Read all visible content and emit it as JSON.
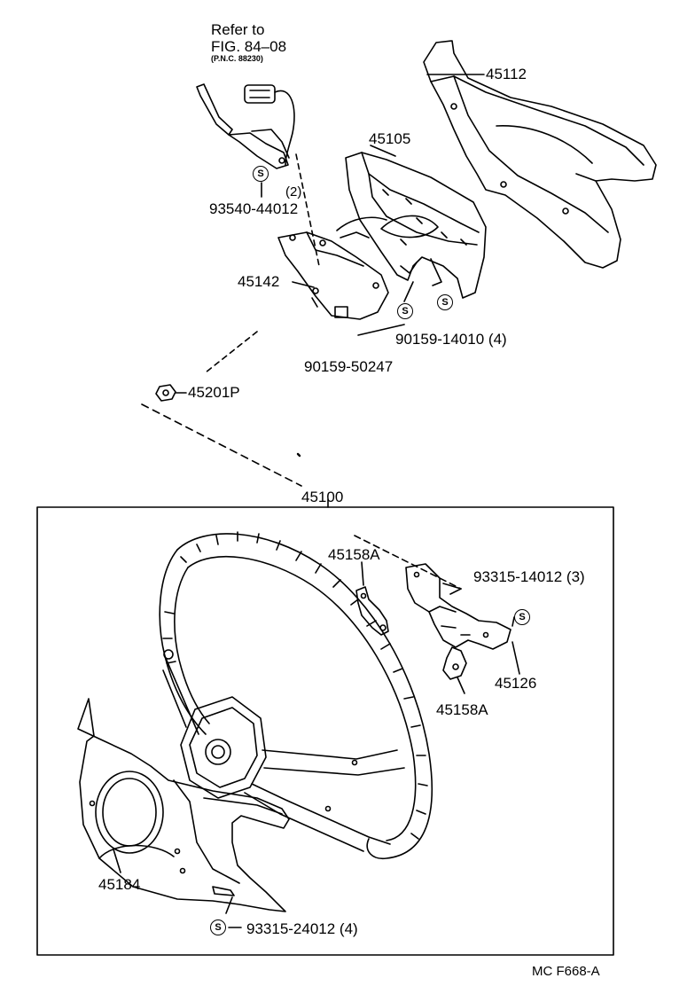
{
  "refer": {
    "line1": "Refer to",
    "line2": "FIG. 84–08",
    "line3": "(P.N.C. 88230)"
  },
  "s_symbol": "S",
  "parts": {
    "p45112": "45112",
    "p45105": "45105",
    "p93540": "93540-44012",
    "p93540_qty": "(2)",
    "p45142": "45142",
    "p90159_14010": "90159-14010 (4)",
    "p90159_50247": "90159-50247",
    "p45201P": "45201P",
    "p45100": "45100",
    "p45158A_top": "45158A",
    "p93315_14012": "93315-14012 (3)",
    "p45126": "45126",
    "p45158A_bottom": "45158A",
    "p45184": "45184",
    "p93315_24012": "93315-24012 (4)"
  },
  "figure_code": "MC F668-A"
}
